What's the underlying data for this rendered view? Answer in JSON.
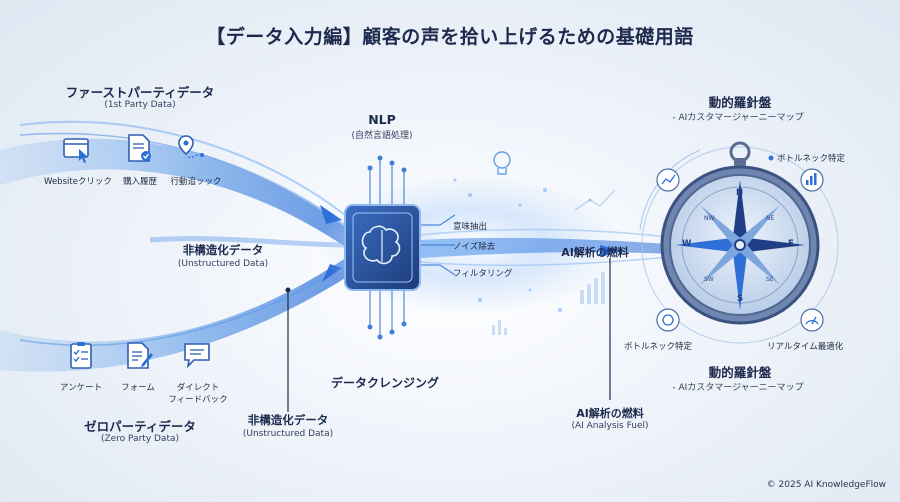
{
  "title": "【データ入力編】顧客の声を拾い上げるための基礎用語",
  "first_party": {
    "title": "ファーストパーティデータ",
    "subtitle": "(1st Party Data)"
  },
  "first_party_items": [
    "Websiteクリック",
    "購入履歴",
    "行動追ッック"
  ],
  "zero_party": {
    "title": "ゼロパーティデータ",
    "subtitle": "(Zero Party Data)"
  },
  "zero_party_items": [
    "アンケート",
    "フォーム",
    "ダイレクト",
    "フィードバック"
  ],
  "unstructured_mid": {
    "title": "非構造化データ",
    "subtitle": "(Unstructured Data)"
  },
  "unstructured_bottom": {
    "title": "非構造化データ",
    "subtitle": "(Unstructured Data)"
  },
  "data_cleansing": "データクレンジング",
  "nlp": {
    "title": "NLP",
    "subtitle": "(自然言語処理)"
  },
  "nlp_steps": [
    "意味抽出",
    "ノイズ除去",
    "フィルタリング"
  ],
  "fuel_mid": "AI解析の燃料",
  "fuel_bottom": {
    "title": "AI解析の燃料",
    "subtitle": "(AI Analysis Fuel)"
  },
  "compass_top": {
    "title": "動的羅針盤",
    "subtitle": "- AIカスタマージャーニーマップ"
  },
  "compass_bottom": {
    "title": "動的羅針盤",
    "subtitle": "- AIカスタマージャーニーマップ"
  },
  "compass_labels": {
    "bottleneck_top": "ボトルネック特定",
    "bottleneck_bottom": "ボトルネック特定",
    "realtime": "リアルタイム最適化"
  },
  "compass_dirs": {
    "n": "N",
    "s": "S",
    "e": "E",
    "w": "W",
    "nw": "NW",
    "ne": "NE",
    "sw": "SW",
    "se": "SE"
  },
  "copyright": "© 2025 AI KnowledgeFlow",
  "colors": {
    "accent": "#2f6fd8",
    "dark": "#1d2a4d",
    "stream": "#4a90e2"
  }
}
